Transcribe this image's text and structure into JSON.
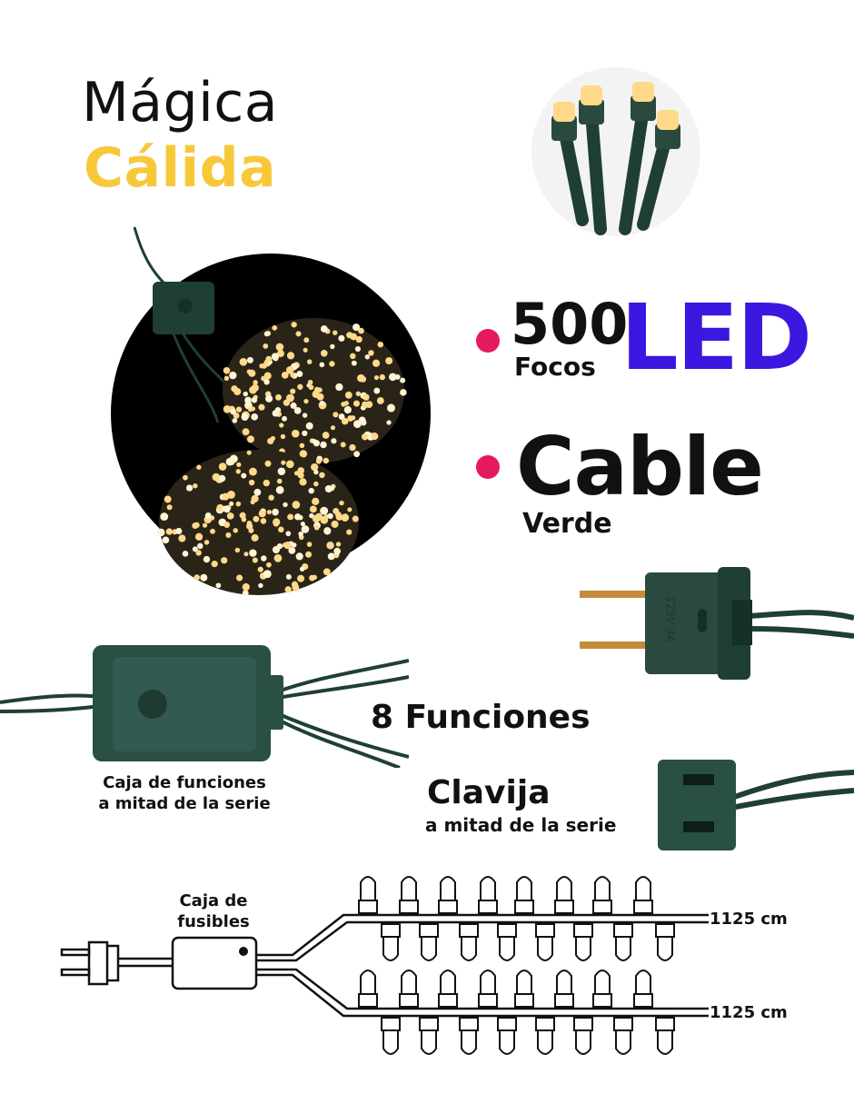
{
  "title": {
    "line1": "Mágica",
    "line2": "Cálida",
    "line2_color": "#F7C93A"
  },
  "features": {
    "bullet_color": "#E6195E",
    "count": "500",
    "count_unit": "Focos",
    "led": "LED",
    "led_color": "#3B17E0",
    "cable": "Cable",
    "cable_color_label": "Verde"
  },
  "functions_label": "8 Funciones",
  "function_box_caption": [
    "Caja de funciones",
    "a mitad de la serie"
  ],
  "plug": {
    "title": "Clavija",
    "subtitle": "a mitad de la serie",
    "rating": "125V 3A"
  },
  "diagram": {
    "fuse_box_caption": [
      "Caja de",
      "fusibles"
    ],
    "lengths": [
      "1125 cm",
      "1125 cm"
    ]
  },
  "colors": {
    "cable_green": "#1F3F35",
    "warm_light": "#FFD98A"
  }
}
